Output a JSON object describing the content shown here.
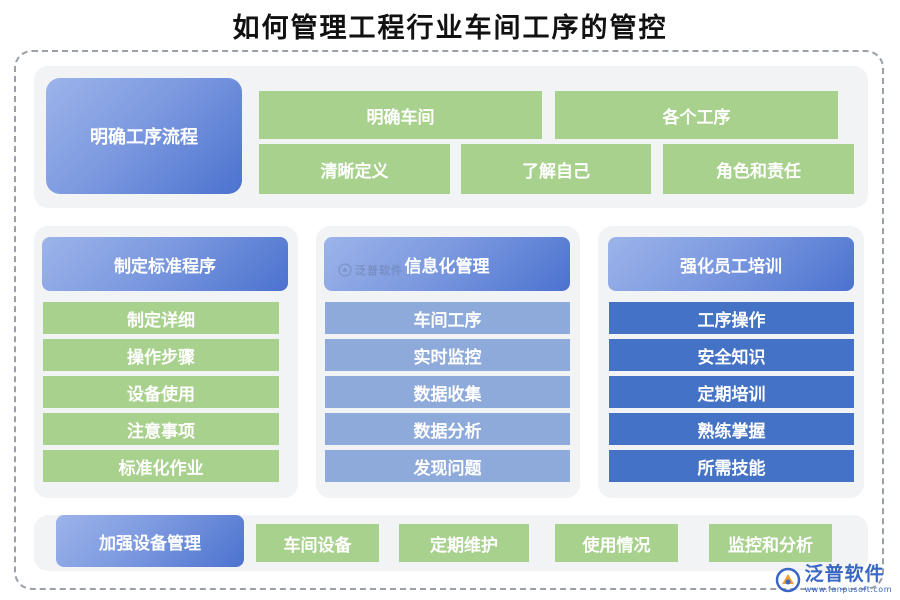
{
  "title": "如何管理工程行业车间工序的管控",
  "top": {
    "head": "明确工序流程",
    "items": [
      "明确车间",
      "各个工序",
      "清晰定义",
      "了解自己",
      "角色和责任"
    ]
  },
  "col1": {
    "head": "制定标准程序",
    "items": [
      "制定详细",
      "操作步骤",
      "设备使用",
      "注意事项",
      "标准化作业"
    ]
  },
  "col2": {
    "head": "信息化管理",
    "items": [
      "车间工序",
      "实时监控",
      "数据收集",
      "数据分析",
      "发现问题"
    ]
  },
  "col3": {
    "head": "强化员工培训",
    "items": [
      "工序操作",
      "安全知识",
      "定期培训",
      "熟练掌握",
      "所需技能"
    ]
  },
  "bottom": {
    "head": "加强设备管理",
    "items": [
      "车间设备",
      "定期维护",
      "使用情况",
      "监控和分析"
    ]
  },
  "watermark": {
    "name": "泛普软件",
    "url": "www.fanpusoft.com"
  },
  "colors": {
    "green": "#a9d18e",
    "light_blue": "#8eaadb",
    "dark_blue": "#4472c4"
  }
}
